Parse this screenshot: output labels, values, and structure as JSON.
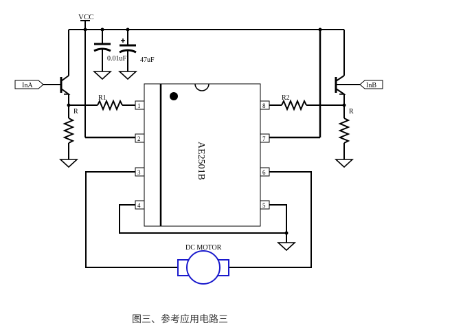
{
  "supply_label": "VCC",
  "capacitor_small_label": "0.01uF",
  "capacitor_large_label": "47uF",
  "input_a_label": "InA",
  "input_b_label": "InB",
  "resistor_r1_label": "R1",
  "resistor_r2_label": "R2",
  "resistor_left_label": "R",
  "resistor_right_label": "R",
  "chip_label": "AE2501B",
  "pins": [
    "1",
    "2",
    "3",
    "4",
    "5",
    "6",
    "7",
    "8"
  ],
  "motor_label": "DC MOTOR",
  "caption": "图三、参考应用电路三",
  "colors": {
    "line": "#000000",
    "motor": "#1a1acc"
  }
}
